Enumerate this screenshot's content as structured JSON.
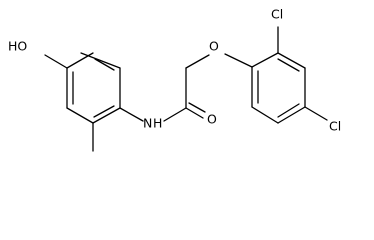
{
  "molecule": {
    "labels": {
      "hydroxyl": "HO",
      "amide_nitrogen": "N",
      "amide_hydrogen": "H",
      "carbonyl_oxygen": "O",
      "ether_oxygen": "O",
      "chlorine_top": "Cl",
      "chlorine_right": "Cl"
    }
  }
}
